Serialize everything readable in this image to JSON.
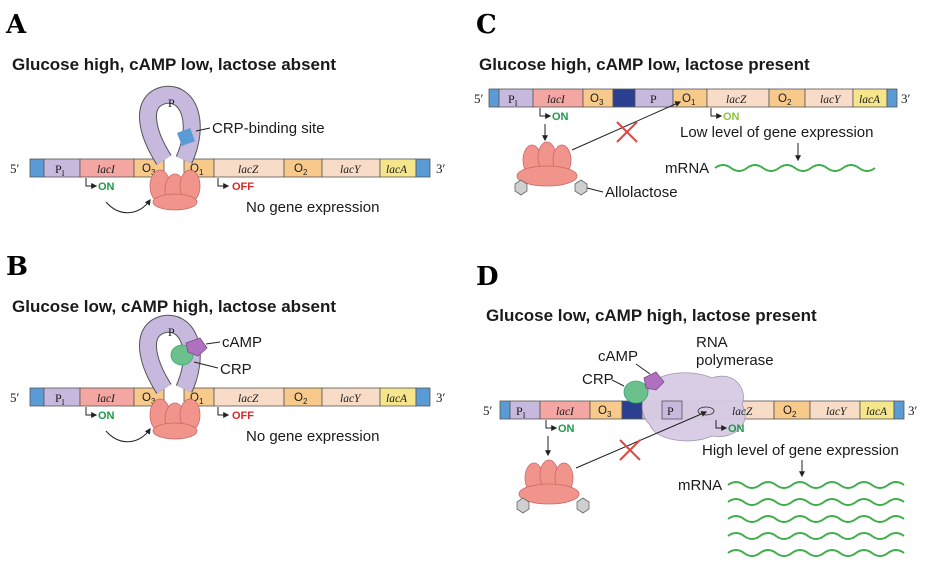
{
  "colors": {
    "end_blue": "#5b9bd5",
    "promoter": "#c7b8de",
    "laci": "#f4a6a3",
    "operator": "#f7c98b",
    "gene": "#f8dcc8",
    "laca": "#f5e68c",
    "crp_site": "#2a3f8f",
    "repressor": "#f1958c",
    "crp": "#6cc08b",
    "camp": "#b070c0",
    "polymerase": "#d6cbe3",
    "on": "#1d9a48",
    "on_light": "#8cc63f",
    "off": "#d62a2a",
    "mrna": "#3fae49",
    "block_x": "#e0443c"
  },
  "panels": [
    {
      "label": "A",
      "title": "Glucose high, cAMP low, lactose absent",
      "annotations": {
        "site": "CRP-binding site",
        "result": "No gene expression",
        "promoter_status": "OFF",
        "laci_status": "ON"
      },
      "genes": {
        "five": "5′",
        "three": "3′",
        "pi": "P",
        "pi_sub": "I",
        "laci": "lacI",
        "o3": "O",
        "o3_sub": "3",
        "o1": "O",
        "o1_sub": "1",
        "lacz": "lacZ",
        "o2": "O",
        "o2_sub": "2",
        "lacy": "lacY",
        "laca": "lacA",
        "loop_p": "P"
      }
    },
    {
      "label": "B",
      "title": "Glucose low, cAMP high, lactose absent",
      "annotations": {
        "camp": "cAMP",
        "crp": "CRP",
        "result": "No gene expression",
        "promoter_status": "OFF",
        "laci_status": "ON"
      },
      "genes": {
        "five": "5′",
        "three": "3′",
        "pi": "P",
        "pi_sub": "I",
        "laci": "lacI",
        "o3": "O",
        "o3_sub": "3",
        "o1": "O",
        "o1_sub": "1",
        "lacz": "lacZ",
        "o2": "O",
        "o2_sub": "2",
        "lacy": "lacY",
        "laca": "lacA",
        "loop_p": "P"
      }
    },
    {
      "label": "C",
      "title": "Glucose high, cAMP low, lactose present",
      "annotations": {
        "level": "Low level of gene expression",
        "mrna": "mRNA",
        "inducer": "Allolactose",
        "promoter_status": "ON",
        "laci_status": "ON"
      },
      "genes": {
        "five": "5′",
        "three": "3′",
        "pi": "P",
        "pi_sub": "I",
        "laci": "lacI",
        "o3": "O",
        "o3_sub": "3",
        "p": "P",
        "o1": "O",
        "o1_sub": "1",
        "lacz": "lacZ",
        "o2": "O",
        "o2_sub": "2",
        "lacy": "lacY",
        "laca": "lacA"
      }
    },
    {
      "label": "D",
      "title": "Glucose low, cAMP high, lactose present",
      "annotations": {
        "camp": "cAMP",
        "crp": "CRP",
        "rnap_1": "RNA",
        "rnap_2": "polymerase",
        "level": "High level of gene expression",
        "mrna": "mRNA",
        "promoter_status": "ON",
        "laci_status": "ON"
      },
      "genes": {
        "five": "5′",
        "three": "3′",
        "pi": "P",
        "pi_sub": "I",
        "laci": "lacI",
        "o3": "O",
        "o3_sub": "3",
        "p": "P",
        "lacz": "lacZ",
        "o2": "O",
        "o2_sub": "2",
        "lacy": "lacY",
        "laca": "lacA"
      }
    }
  ]
}
